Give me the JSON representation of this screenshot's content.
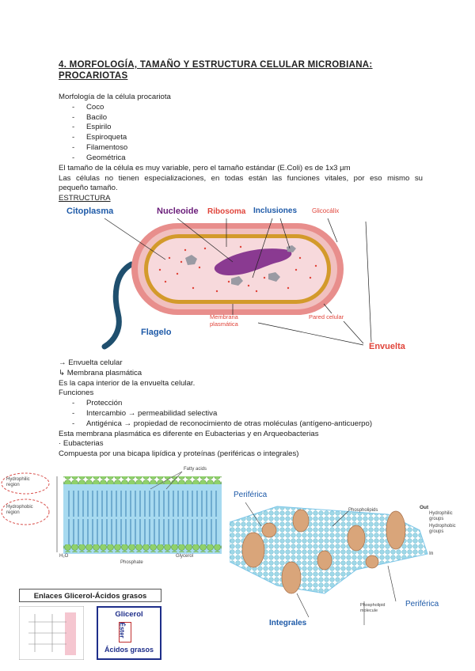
{
  "section": {
    "heading_line1": "4.  MORFOLOGÍA,  TAMAÑO  Y  ESTRUCTURA  CELULAR  MICROBIANA:",
    "heading_line2": "PROCARIOTAS"
  },
  "morphology": {
    "intro": "Morfología de la célula procariota",
    "items": [
      "Coco",
      "Bacilo",
      "Espirilo",
      "Espiroqueta",
      "Filamentoso",
      "Geométrica"
    ]
  },
  "size_text": "El tamaño de la célula es muy variable, pero el tamaño estándar (E.Coli) es de 1x3 µm",
  "cells_text_line1": "Las células no tienen especializaciones, en todas están las funciones vitales, por eso mismo su",
  "cells_text_line2": "pequeño tamaño.",
  "structure_label": "ESTRUCTURA",
  "cell_diagram": {
    "citoplasma": "Citoplasma",
    "nucleoide": "Nucleoide",
    "ribosoma": "Ribosoma",
    "inclusiones": "Inclusiones",
    "glicocalix": "Glicocálix",
    "flagelo": "Flagelo",
    "membrana_line1": "Membrana",
    "membrana_line2": "plasmática",
    "pared": "Pared celular",
    "envuelta": "Envuelta"
  },
  "envelope": {
    "line1": "→ Envuelta celular",
    "line2": "↳ Membrana plasmática",
    "line3": "Es la capa interior de la envuelta celular.",
    "functions_title": "Funciones",
    "functions": [
      "Protección",
      "Intercambio → permeabilidad selectiva",
      "Antigénica → propiedad de reconocimiento de otras moléculas (antígeno-anticuerpo)"
    ],
    "difference": "Esta membrana plasmática es diferente en Eubacterias y en Arqueobacterias",
    "eubacterias": "· Eubacterias",
    "composition": "Compuesta por una bicapa lipídica y proteínas (periféricas o integrales)"
  },
  "bilayer_diagram": {
    "hydrophilic": "Hydrophilic region",
    "hydrophobic": "Hydrophobic region",
    "fatty_acids": "Fatty acids",
    "water": "H₂O",
    "phosphate": "Phosphate",
    "glycerol": "Glycerol"
  },
  "membrane_diagram": {
    "periferica_top": "Periférica",
    "phospholipids": "Phospholipids",
    "out": "Out",
    "hydrophilic_groups": "Hydrophilic groups",
    "hydrophobic_groups": "Hydrophobic groups",
    "in": "In",
    "periferica_bottom": "Periférica",
    "integrales": "Integrales",
    "phospholipid_molecule": "Phospholipid molecule"
  },
  "glycerol_box": {
    "title": "Enlaces Glicerol-Ácidos grasos",
    "glicerol": "Glicerol",
    "ester": "Éster",
    "acidos": "Ácidos grasos"
  },
  "colors": {
    "cytoplasm": "#f7d9dc",
    "wall": "#e88e8c",
    "membrane_band": "#d39a2b",
    "nucleoid": "#8a3a91",
    "flagellum": "#1f4f6e",
    "label_red": "#e0443a",
    "label_purple": "#6a1d7a",
    "label_blue": "#1e5aa8",
    "lipid_blue": "#7cc6e8",
    "head_green": "#8fd16a"
  }
}
